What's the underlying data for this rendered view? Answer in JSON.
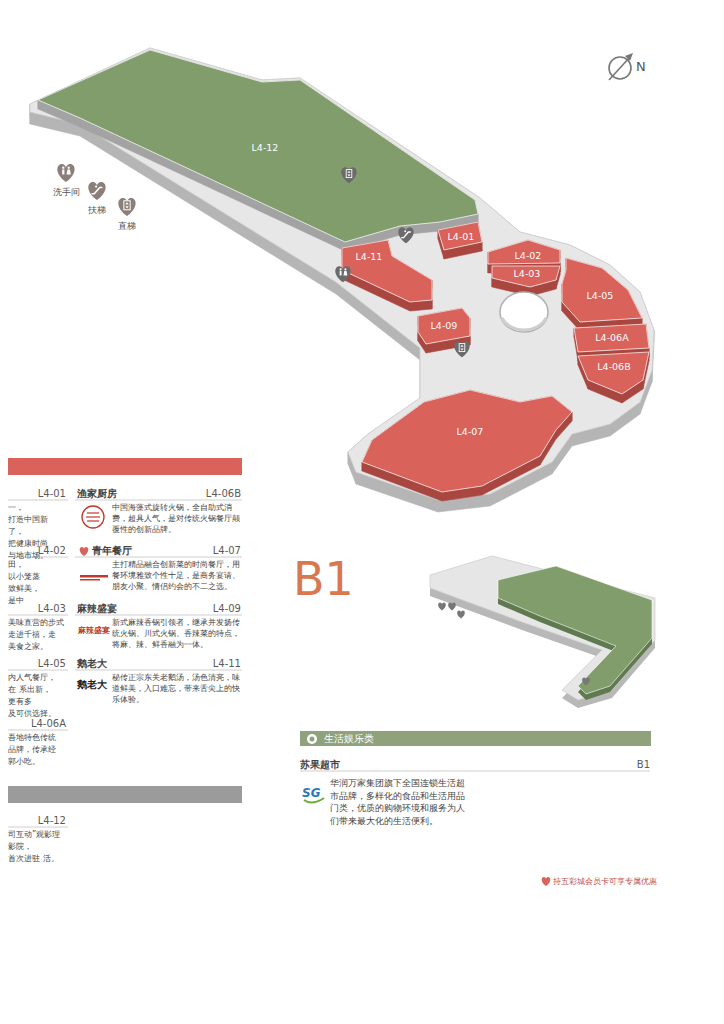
{
  "diagram": {
    "nodes": [
      {
        "text": [
          "L4-12"
        ]
      },
      {
        "text": [
          "L4-01"
        ]
      },
      {
        "text": [
          "L4-02"
        ]
      },
      {
        "text": [
          "L4-03"
        ]
      },
      {
        "text": [
          "L4-11"
        ]
      },
      {
        "text": [
          "L4-05"
        ]
      },
      {
        "text": [
          "L4-09"
        ]
      },
      {
        "text": [
          "L4-06A"
        ]
      },
      {
        "text": [
          "L4-06B"
        ]
      },
      {
        "text": [
          "L4-07"
        ]
      },
      {
        "text": [
          "生活娱乐类"
        ]
      }
    ],
    "labels": [
      "N",
      "L4-01",
      "一，打造中国新 了，把健康时尚 与地市场。",
      "渔家厨房",
      "L4-06B",
      "中国海藻式旋转火锅，全自助式消费，超具人气，是对传统火锅餐厅颠覆性的创新品牌。",
      "L4-02",
      "田，以小笼蒸 致鲜美，是中",
      "青年餐厅",
      "L4-07",
      "主打精品融合创新菜的时尚餐厅，用餐环境雅致个性十足，是商务宴请、朋友小聚、情侣约会的不二之选。",
      "L4-03",
      "美味直营的步式 走进千禧，走 美食之家。",
      "麻辣盛宴",
      "L4-09",
      "麻辣盛宴",
      "新式麻辣香锅引领者，继承并发扬传统火锅、川式火锅、香辣菜的特点，将麻、辣、鲜香融为一体。",
      "L4-05",
      "内人气餐厅，在 系出新，更有多 及可供选择。",
      "鹅老大",
      "L4-11",
      "鹅老大",
      "秘传正宗东关老鹅汤，汤色清亮，味道鲜美，入口难忘，带来舌尖上的快乐体验。",
      "L4-06A",
      "吾地特色传统 品牌，传承经 郭小吃。",
      "L4-12",
      "司互动”观影理 影院，首次进驻 活。",
      "B1",
      "苏果超市",
      "B1",
      "SG",
      "华润万家集团旗下全国连锁生活超市品牌，多样化的食品和生活用品门类，优质的购物环境和服务为人们带来最大化的生活便利。",
      "持五彩城会员卡可享专属优惠"
    ],
    "legend": [
      {
        "text": "洗手间"
      },
      {
        "text": "扶梯"
      },
      {
        "text": "直梯"
      }
    ]
  }
}
